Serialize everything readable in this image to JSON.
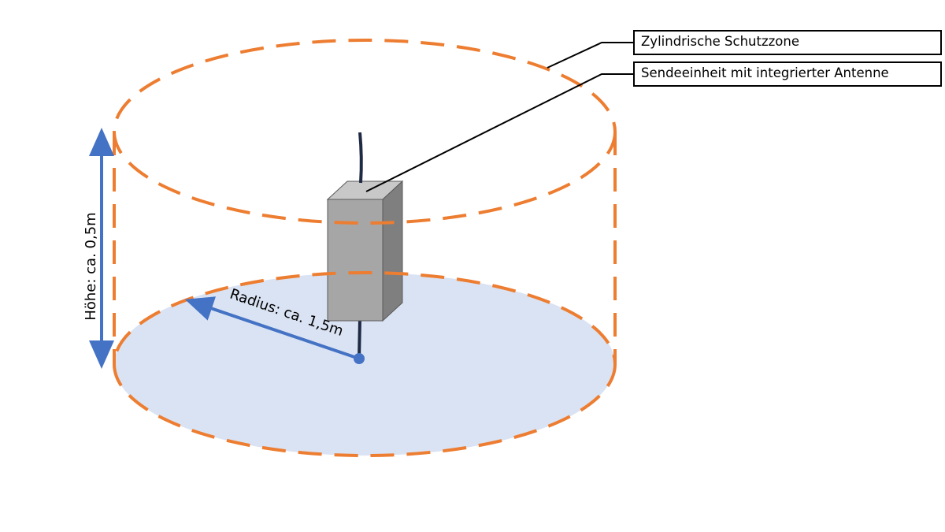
{
  "labels": {
    "zone": "Zylindrische Schutzzone",
    "unit": "Sendeeinheit mit integrierter Antenne",
    "height": "Höhe: ca. 0,5m",
    "radius": "Radius: ca. 1,5m"
  },
  "colors": {
    "zone_outline": "#ed7d31",
    "floor_fill": "#dae3f3",
    "dimension_arrow": "#4472c4",
    "antenna": "#1f2a44",
    "box_front": "#a6a6a6",
    "box_top": "#c8c8c8",
    "box_side": "#7f7f7f",
    "leader_line": "#000000"
  }
}
